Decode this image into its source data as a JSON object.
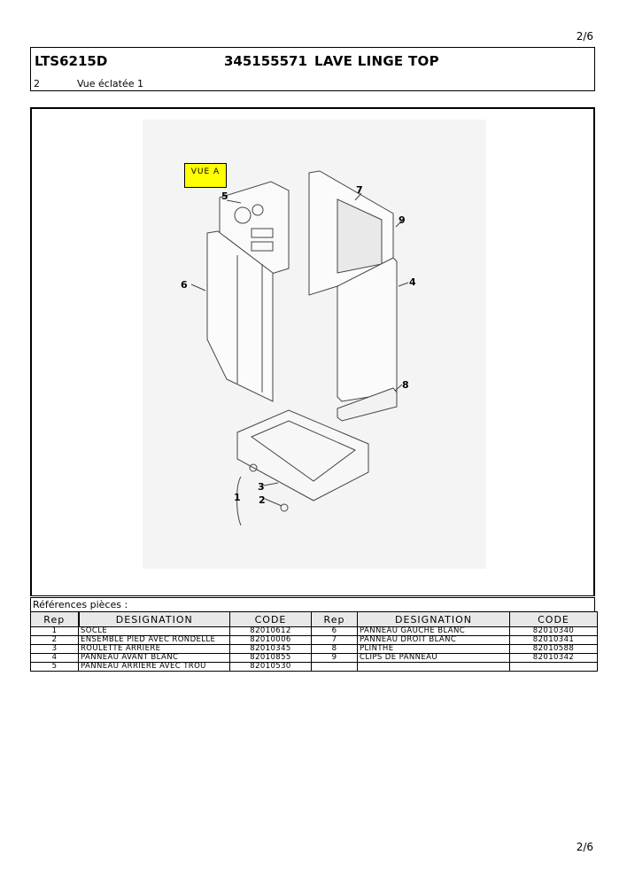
{
  "page_number": "2/6",
  "header": {
    "model": "LTS6215D",
    "code": "345155571",
    "name": "LAVE LINGE TOP",
    "section_num": "2",
    "section_title": "Vue éclatée 1"
  },
  "figure": {
    "view_label": "VUE A",
    "callouts": [
      "5",
      "7",
      "9",
      "6",
      "4",
      "8",
      "3",
      "1",
      "2"
    ]
  },
  "references": {
    "title": "Références pièces  :",
    "headers": [
      "Rep",
      "DESIGNATION",
      "CODE",
      "Rep",
      "DESIGNATION",
      "CODE"
    ],
    "rows": [
      [
        "1",
        "SOCLE",
        "82010612",
        "6",
        "PANNEAU GAUCHE BLANC",
        "82010340"
      ],
      [
        "2",
        "ENSEMBLE  PIED AVEC RONDELLE",
        "82010006",
        "7",
        "PANNEAU DROIT BLANC",
        "82010341"
      ],
      [
        "3",
        "ROULETTE  ARRIERE",
        "82010345",
        "8",
        "PLINTHE",
        "82010588"
      ],
      [
        "4",
        "PANNEAU AVANT BLANC",
        "82010855",
        "9",
        "CLIPS DE PANNEAU",
        "82010342"
      ],
      [
        "5",
        "PANNEAU ARRIERE AVEC TROU",
        "82010530",
        "",
        "",
        ""
      ]
    ]
  }
}
